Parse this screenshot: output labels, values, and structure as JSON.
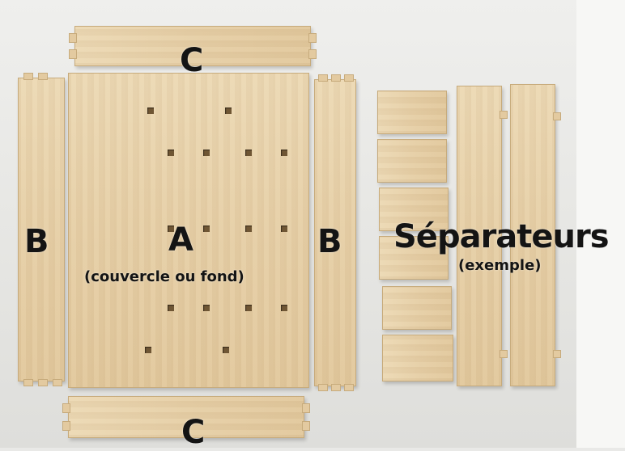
{
  "labels": {
    "a": "A",
    "a_sub": "(couvercle ou fond)",
    "b_left": "B",
    "b_right": "B",
    "c_top": "C",
    "c_bottom": "C",
    "separators": "Séparateurs",
    "separators_sub": "(exemple)"
  },
  "colors": {
    "background": "#e9e9e7",
    "wood": "#e6cfa7",
    "text": "#141414"
  }
}
